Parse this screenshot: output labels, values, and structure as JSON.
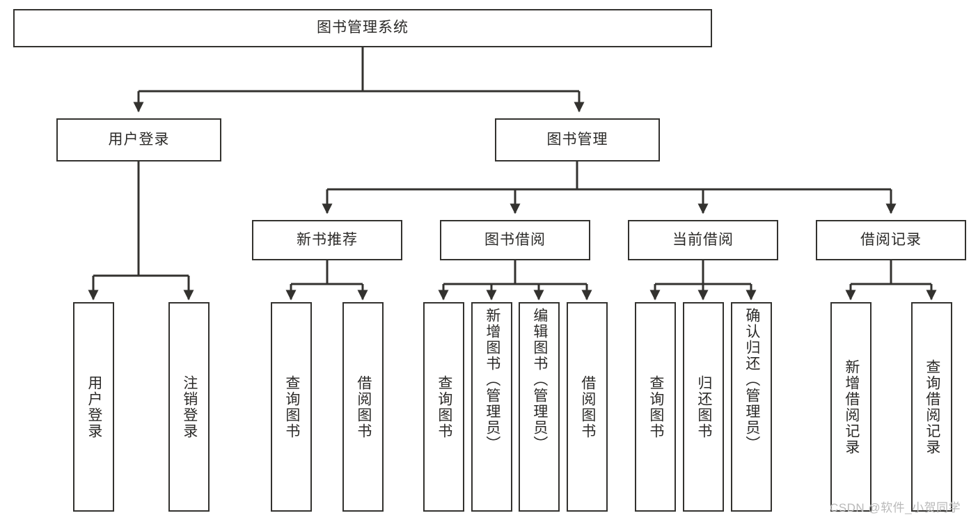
{
  "diagram": {
    "type": "tree",
    "title": "图书管理系统",
    "watermark": "CSDN @软件_小贺同学",
    "colors": {
      "box_border": "#33322f",
      "box_fill": "#ffffff",
      "edge": "#33322f",
      "text": "#2b2a28",
      "watermark": "#b9b9b9",
      "background": "#ffffff"
    },
    "nodes": {
      "root": {
        "label": "图书管理系统"
      },
      "level2": [
        {
          "id": "user-login",
          "label": "用户登录"
        },
        {
          "id": "book-manage",
          "label": "图书管理"
        }
      ],
      "level3": [
        {
          "id": "new-book-rec",
          "label": "新书推荐"
        },
        {
          "id": "book-borrow",
          "label": "图书借阅"
        },
        {
          "id": "current-borrow",
          "label": "当前借阅"
        },
        {
          "id": "borrow-record",
          "label": "借阅记录"
        }
      ],
      "leaves": {
        "user-login": [
          {
            "id": "leaf-user-login",
            "label": "用户登录"
          },
          {
            "id": "leaf-logout",
            "label": "注销登录"
          }
        ],
        "new-book-rec": [
          {
            "id": "leaf-query-book-1",
            "label": "查询图书"
          },
          {
            "id": "leaf-borrow-book-1",
            "label": "借阅图书"
          }
        ],
        "book-borrow": [
          {
            "id": "leaf-query-book-2",
            "label": "查询图书"
          },
          {
            "id": "leaf-add-book",
            "label": "新增图书（管理员）"
          },
          {
            "id": "leaf-edit-book",
            "label": "编辑图书（管理员）"
          },
          {
            "id": "leaf-borrow-book-2",
            "label": "借阅图书"
          }
        ],
        "current-borrow": [
          {
            "id": "leaf-query-book-3",
            "label": "查询图书"
          },
          {
            "id": "leaf-return-book",
            "label": "归还图书"
          },
          {
            "id": "leaf-confirm-return",
            "label": "确认归还（管理员）"
          }
        ],
        "borrow-record": [
          {
            "id": "leaf-add-record",
            "label": "新增借阅记录"
          },
          {
            "id": "leaf-query-record",
            "label": "查询借阅记录"
          }
        ]
      }
    }
  }
}
